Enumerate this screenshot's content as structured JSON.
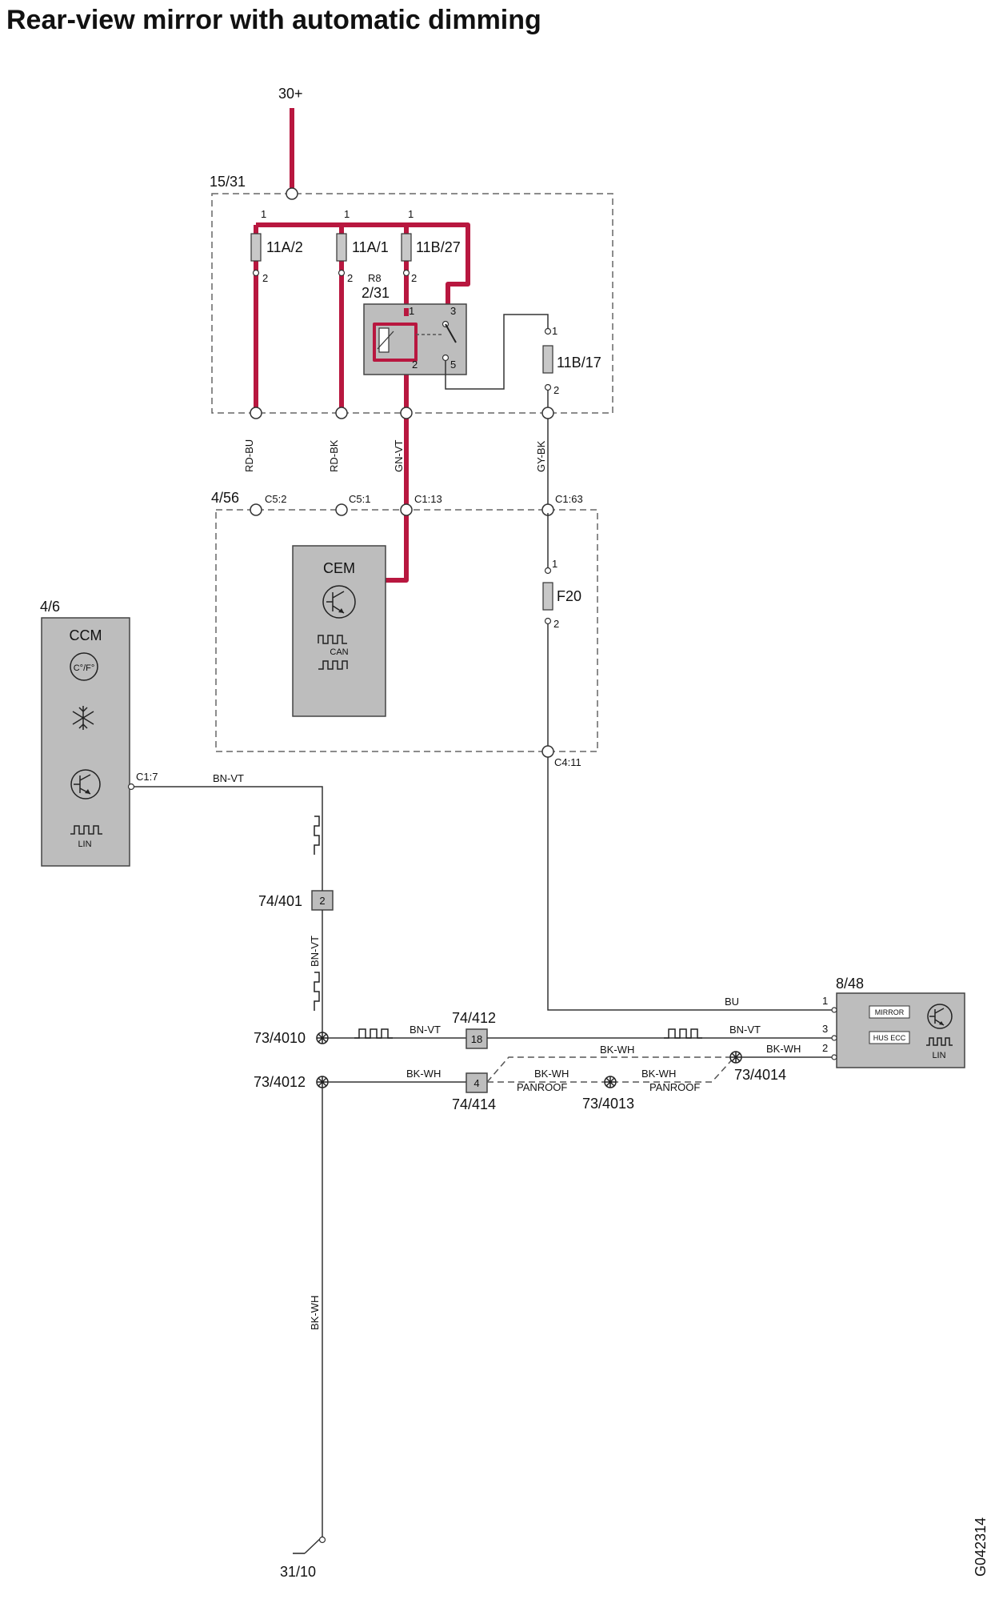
{
  "title": "Rear-view mirror with automatic dimming",
  "figure_id": "G042314",
  "supply": {
    "battery": "30+",
    "ground": "31/10"
  },
  "fuse_box": {
    "id": "15/31",
    "fuses": [
      "11A/2",
      "11A/1",
      "11B/27",
      "11B/17"
    ],
    "relay": {
      "id": "2/31",
      "name": "R8",
      "pins": [
        "1",
        "2",
        "3",
        "5"
      ]
    }
  },
  "cem": {
    "id": "4/56",
    "name": "CEM",
    "bus": "CAN",
    "fuse": "F20",
    "connectors": [
      "C5:2",
      "C5:1",
      "C1:13",
      "C1:63",
      "C4:11"
    ]
  },
  "ccm": {
    "id": "4/6",
    "name": "CCM",
    "temp_icon": "C°/F°",
    "bus": "LIN",
    "connector": "C1:7"
  },
  "mirror": {
    "id": "8/48",
    "labels": [
      "MIRROR",
      "HUS ECC"
    ],
    "bus": "LIN",
    "pins": [
      "1",
      "3",
      "2"
    ]
  },
  "wires": {
    "rd_bu": "RD-BU",
    "rd_bk": "RD-BK",
    "gn_vt": "GN-VT",
    "gy_bk": "GY-BK",
    "bn_vt": "BN-VT",
    "bu": "BU",
    "bk_wh": "BK-WH",
    "panroof": "PANROOF"
  },
  "connectors": {
    "c74_401": {
      "id": "74/401",
      "pin": "2"
    },
    "c74_412": {
      "id": "74/412",
      "pin": "18"
    },
    "c74_414": {
      "id": "74/414",
      "pin": "4"
    }
  },
  "splices": [
    "73/4010",
    "73/4012",
    "73/4013",
    "73/4014"
  ],
  "pin_labels": {
    "p1": "1",
    "p2": "2"
  },
  "icon_names": [
    "transistor-icon",
    "square-wave-icon",
    "snowflake-icon",
    "temperature-icon"
  ]
}
